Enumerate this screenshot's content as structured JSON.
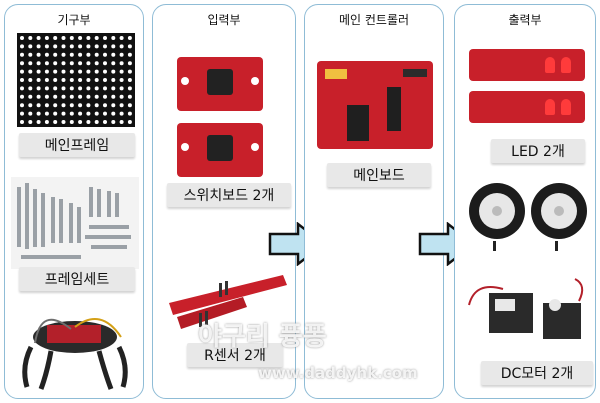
{
  "panels": {
    "mechanical": {
      "title": "기구부",
      "items": [
        "메인프레임",
        "프레임세트"
      ]
    },
    "input": {
      "title": "입력부",
      "items": [
        "스위치보드 2개",
        "R센서 2개"
      ]
    },
    "main": {
      "title": "메인 컨트롤러",
      "items": [
        "메인보드"
      ]
    },
    "output": {
      "title": "출력부",
      "items": [
        "LED 2개",
        "DC모터 2개"
      ]
    }
  },
  "watermark": {
    "korean": "야구리 퓽퐁",
    "url": "www.daddyhk.com"
  },
  "colors": {
    "panel_border": "#8fbcd6",
    "board_red": "#c8202a",
    "arrow_fill": "#bfe3f1"
  }
}
